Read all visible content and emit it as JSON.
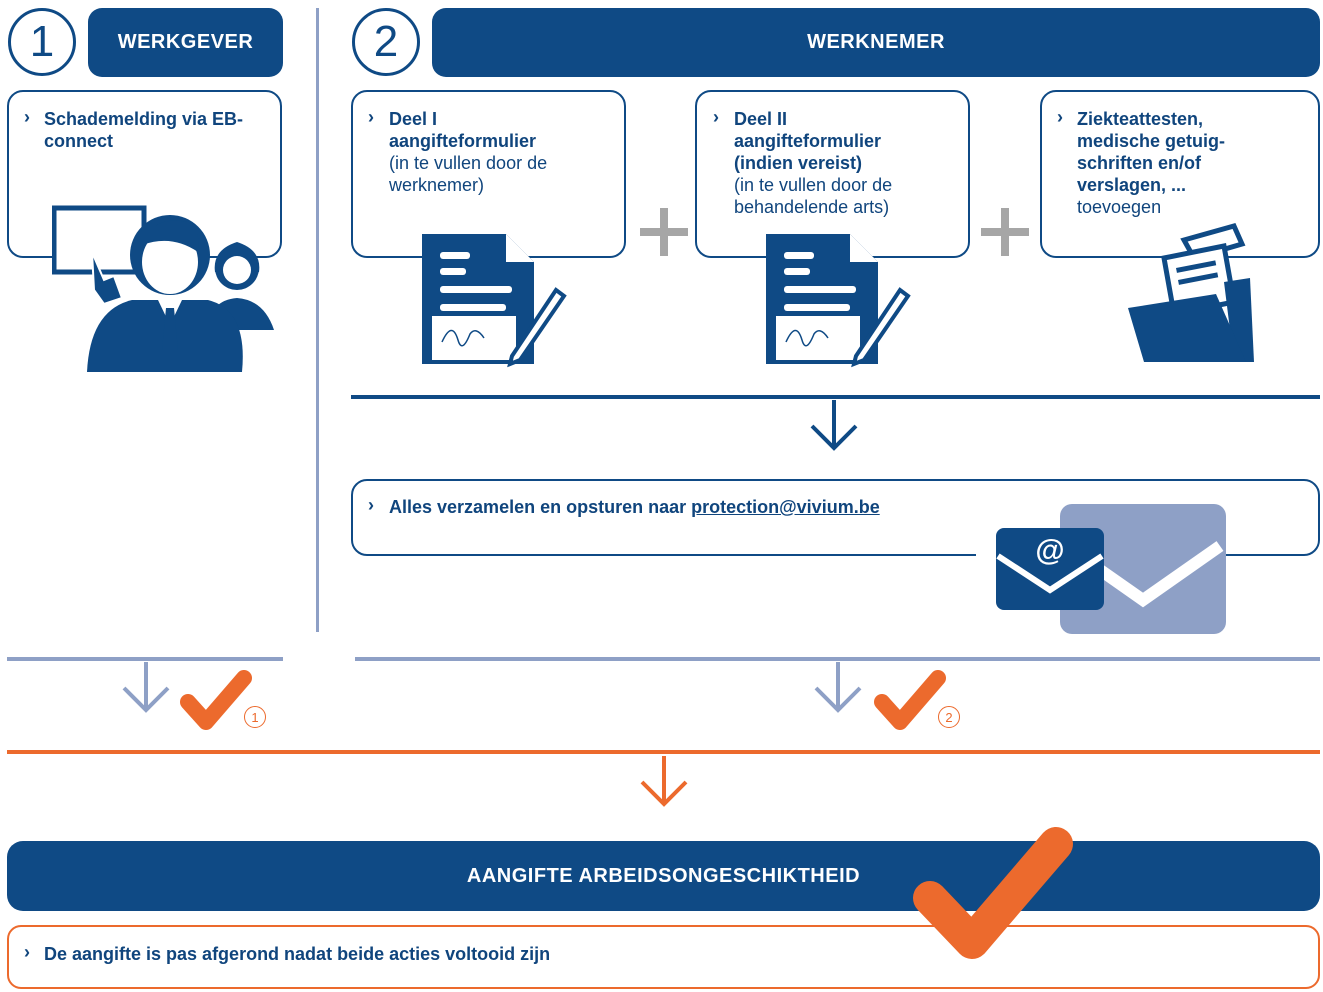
{
  "step1": {
    "number": "1",
    "title": "WERKGEVER",
    "card": {
      "bullet": "›",
      "text_bold": "Schademelding via EB-connect"
    }
  },
  "step2": {
    "number": "2",
    "title": "WERKNEMER",
    "cards": [
      {
        "bullet": "›",
        "text_bold": "Deel I aangifteformulier",
        "text_normal": "(in te vullen door de werknemer)"
      },
      {
        "bullet": "›",
        "text_bold": "Deel II aangifteformulier (indien vereist)",
        "text_normal": "(in te vullen door de behandelende arts)"
      },
      {
        "bullet": "›",
        "text_bold": "Ziekteattesten, medische getuig-schriften en/of verslagen, ...",
        "text_normal": "toevoegen"
      }
    ],
    "send": {
      "bullet": "›",
      "text": "Alles verzamelen en opsturen naar ",
      "email": "protection@vivium.be"
    }
  },
  "checks": {
    "check1_number": "1",
    "check2_number": "2"
  },
  "result": {
    "title": "AANGIFTE ARBEIDSONGESCHIKTHEID",
    "bullet": "›",
    "note": "De aangifte is pas afgerond nadat beide acties voltooid zijn"
  },
  "icons": {
    "people": "employer-at-screen-icon",
    "form1": "signed-form-icon",
    "form2": "signed-form-icon",
    "folder": "documents-folder-icon",
    "mail": "email-envelope-icon",
    "plus": "plus-icon",
    "arrow": "arrow-down-icon",
    "check": "checkmark-icon"
  },
  "colors": {
    "navy": "#0f4a85",
    "lavender": "#8ea0c6",
    "orange": "#ec6a2d"
  }
}
